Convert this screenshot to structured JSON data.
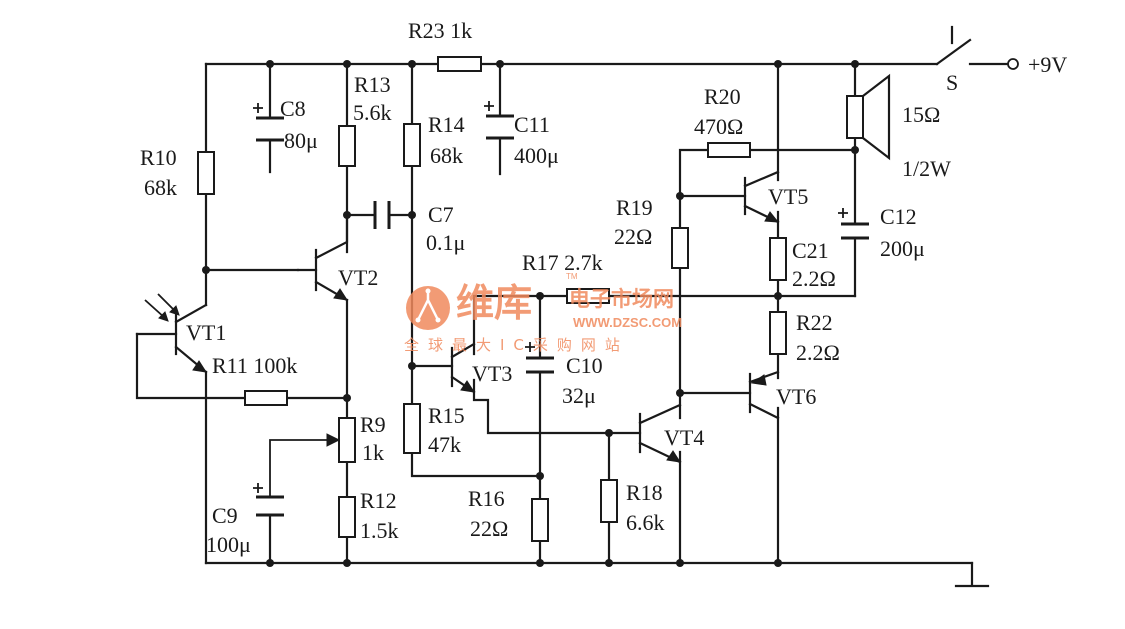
{
  "supply": {
    "switch": "S",
    "voltage": "+9V"
  },
  "resistors": {
    "r23": "R23 1k",
    "r10": "R10",
    "r10v": "68k",
    "r13": "R13",
    "r13v": "5.6k",
    "r14": "R14",
    "r14v": "68k",
    "r11": "R11 100k",
    "r9": "R9",
    "r9v": "1k",
    "r12": "R12",
    "r12v": "1.5k",
    "r15": "R15",
    "r15v": "47k",
    "r16": "R16",
    "r16v": "22Ω",
    "r17": "R17 2.7k",
    "r18": "R18",
    "r18v": "6.6k",
    "r19": "R19",
    "r19v": "22Ω",
    "r20": "R20",
    "r20v": "470Ω",
    "r21": "C21",
    "r21v": "2.2Ω",
    "r22": "R22",
    "r22v": "2.2Ω"
  },
  "capacitors": {
    "c8": "C8",
    "c8v": "80μ",
    "c11": "C11",
    "c11v": "400μ",
    "c7": "C7",
    "c7v": "0.1μ",
    "c10": "C10",
    "c10v": "32μ",
    "c9": "C9",
    "c9v": "100μ",
    "c12": "C12",
    "c12v": "200μ"
  },
  "transistors": {
    "vt1": "VT1",
    "vt2": "VT2",
    "vt3": "VT3",
    "vt4": "VT4",
    "vt5": "VT5",
    "vt6": "VT6"
  },
  "speaker": {
    "impedance": "15Ω",
    "power": "1/2W"
  },
  "watermark": {
    "brand": "维库",
    "title": "电子市场网",
    "url": "WWW.DZSC.COM",
    "slogan": "全球最大IC采购网站",
    "tm": "TM",
    "color": "#f08a5d"
  }
}
